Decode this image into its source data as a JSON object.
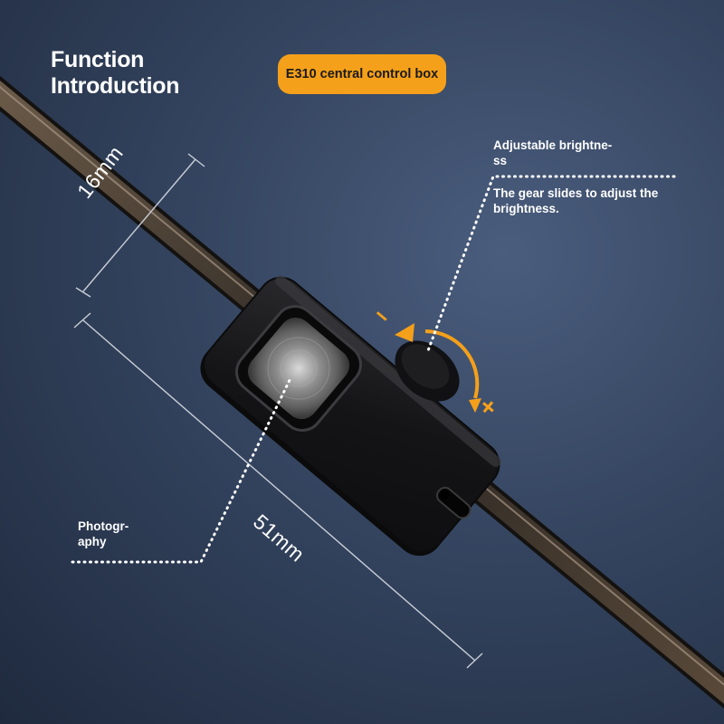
{
  "title": {
    "line1": "Function",
    "line2": "Introduction"
  },
  "badge": {
    "label": "E310 central control box"
  },
  "callouts": {
    "brightness_line1": "Adjustable brightne-",
    "brightness_line2": "ss",
    "gear_line1": "The gear slides to adjust the",
    "gear_line2": "brightness.",
    "photo_line1": "Photogr-",
    "photo_line2": "aphy"
  },
  "dimensions": {
    "width": "16mm",
    "length": "51mm"
  },
  "gear_signs": {
    "minus": "−",
    "plus": "+"
  },
  "colors": {
    "accent": "#f5a01a",
    "background": "#34445f",
    "device_body": "#1a1a1c",
    "text": "#ffffff"
  }
}
